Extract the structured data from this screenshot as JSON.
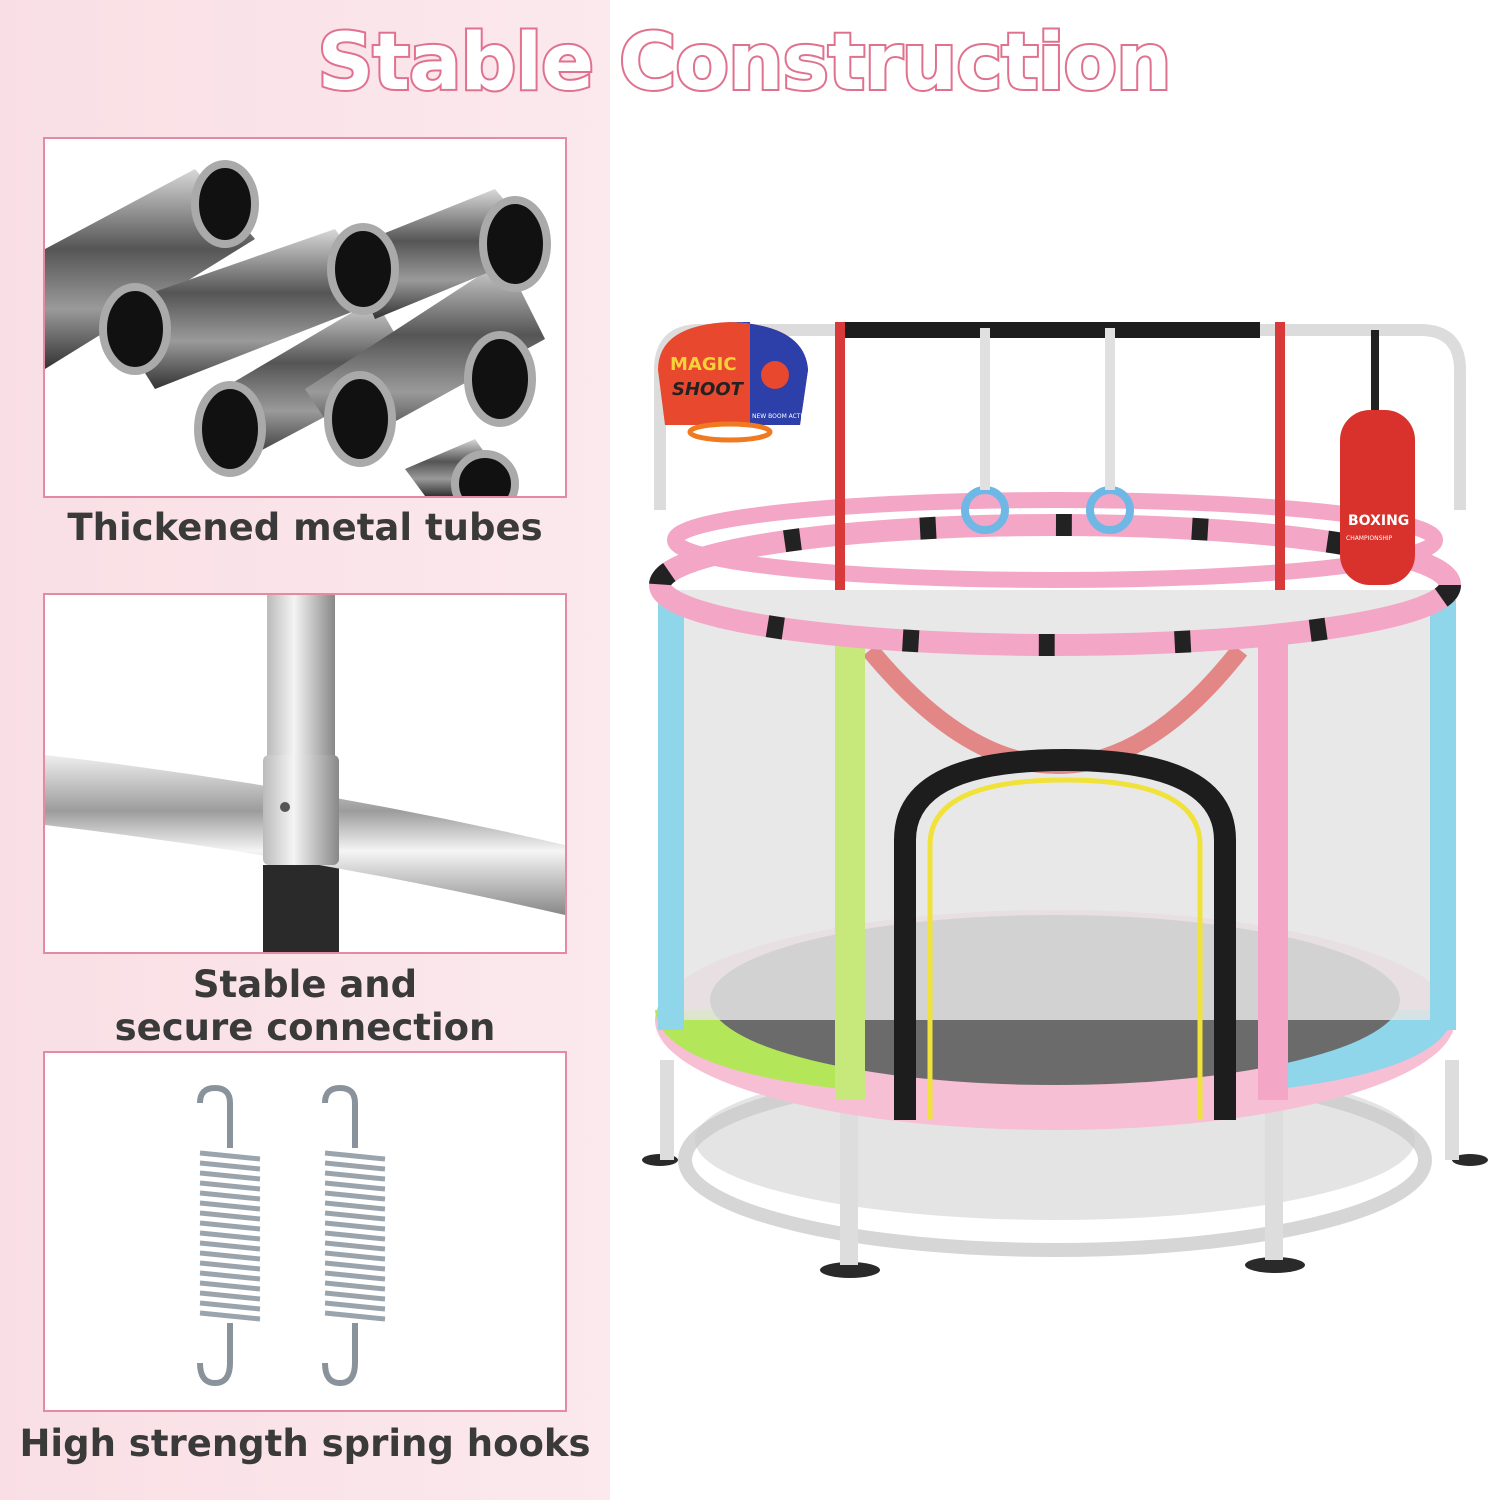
{
  "title": "Stable Construction",
  "features": [
    {
      "label": "Thickened metal tubes",
      "icon": "metal-tubes"
    },
    {
      "label_line1": "Stable and",
      "label_line2": "secure connection",
      "icon": "tube-connector"
    },
    {
      "label": "High strength spring hooks",
      "icon": "spring-hooks"
    }
  ],
  "product": {
    "backboard_line1": "MAGIC",
    "backboard_line2": "SHOOT",
    "backboard_small": "NEW BOOM ACTION",
    "punching_bag_text": "BOXING",
    "punching_bag_small": "CHAMPIONSHIP"
  },
  "colors": {
    "accent_pink": "#e0728f",
    "panel_bg": "#f9dfe5"
  }
}
